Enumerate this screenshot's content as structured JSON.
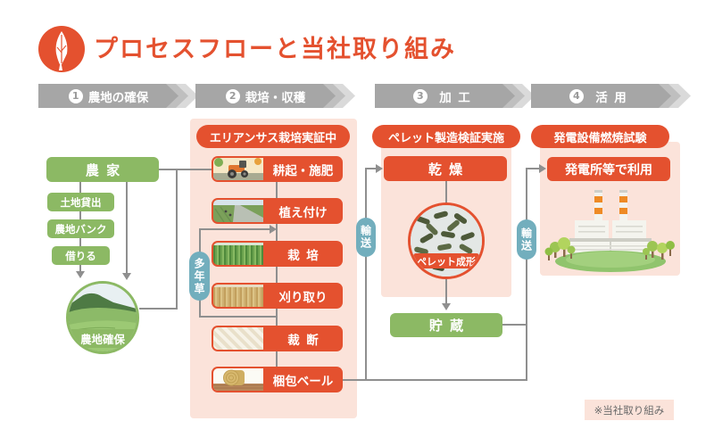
{
  "header": {
    "icon": "erianthus-plume-icon",
    "title": "プロセスフローと当社取り組み"
  },
  "steps": [
    {
      "number": "1",
      "label": "農地の確保"
    },
    {
      "number": "2",
      "label": "栽培・収穫"
    },
    {
      "number": "3",
      "label": "加工"
    },
    {
      "number": "4",
      "label": "活用"
    }
  ],
  "farmland": {
    "farmer": "農家",
    "methods": [
      "土地貸出",
      "農地バンク",
      "借りる"
    ],
    "result": "農地確保",
    "result_image": "grassland-photo"
  },
  "cultivation": {
    "banner": "エリアンサス栽培実証中",
    "perennial_badge": "多年草",
    "steps": [
      {
        "label": "耕起・施肥",
        "image": "tractor-illustration"
      },
      {
        "label": "植え付け",
        "image": "planting-field-photo"
      },
      {
        "label": "栽培",
        "image": "green-grass-photo"
      },
      {
        "label": "刈り取り",
        "image": "dry-grass-photo"
      },
      {
        "label": "裁断",
        "image": "chopped-straw-photo"
      },
      {
        "label": "梱包ベール",
        "image": "hay-bale-illustration"
      }
    ]
  },
  "processing": {
    "banner": "ペレット製造検証実施",
    "dry": "乾燥",
    "pellet": "ペレット成形",
    "pellet_image": "wood-pellets-photo",
    "storage": "貯蔵",
    "transport_left": "輸送",
    "transport_right": "輸送"
  },
  "utilization": {
    "banner": "発電設備燃焼試験",
    "use": "発電所等で利用",
    "image": "power-plant-illustration"
  },
  "note": "※当社取り組み",
  "colors": {
    "accent_red": "#e4512f",
    "green": "#8cb964",
    "panel_pink": "#fbe3da",
    "badge_teal": "#72aebd",
    "banner_gray": "#a6a6a6",
    "line_gray": "#8f8f8f"
  }
}
